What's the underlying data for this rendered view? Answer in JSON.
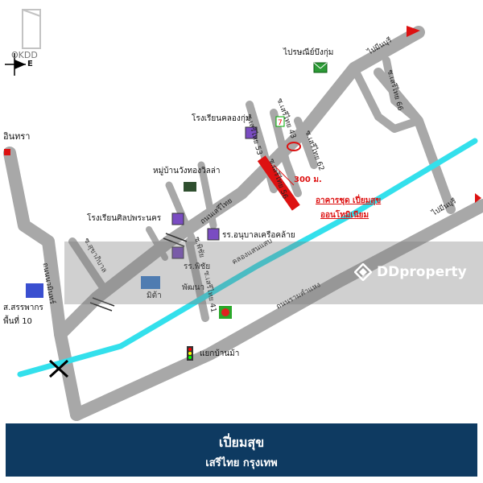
{
  "brand": {
    "okdd_logo": "OKDD"
  },
  "compass": {
    "east": "E"
  },
  "places": {
    "post_office": "ไปรษณีย์บึงกุ่ม",
    "school_klong_kum": "โรงเรียนคลองกุ่ม",
    "village_wang_thong": "หมู่บ้านวังทองวิลล่า",
    "school_sinlapa": "โรงเรียนศิลปพระนคร",
    "kindergarten": "รร.อนุบาลเครือคล้าย",
    "school_phichai": "รร.พิชัย",
    "phatthana": "พัฒนา",
    "mita": "มิต้า",
    "revenue_office": "ส.สรรพากร",
    "revenue_area": "พื้นที่ 10",
    "intra": "อินทรา",
    "yaek_ban_ma": "แยกบ้านม้า"
  },
  "roads": {
    "to_minburi_top": "ไปมีนบุรี",
    "to_minburi_right": "ไปมีนบุรี",
    "seri_thai": "ถนนเสรีไทย",
    "ramkhamhaeng": "ถนนรามคำแหง",
    "navamin": "ถนนนวมินทร์",
    "khlong_saen_saep": "คลองแสนแสบ",
    "soi_seri_thai_53": "ซ.เสรีไทย 53",
    "soi_seri_thai_56": "ซ.เสรีไทย 56",
    "soi_seri_thai_62": "ซ.เสรีไทย 62",
    "soi_seri_thai_41": "ซ.เสรีไทย 41",
    "soi_seri_thai_top": "ซ.เสรีไทย 43",
    "soi_phichai": "ซ.พิชัย",
    "soi_sukhaphiban": "ซ.สุขาภิบาล",
    "soi_upper_right": "ซ.เสรีไทย 66"
  },
  "property": {
    "distance": "300 ม.",
    "line1": "อาคารชุด เปี่ยมสุข",
    "line2": "ออนโทมิเนียม"
  },
  "watermark": {
    "label": "DDproperty"
  },
  "footer": {
    "title": "เปี่ยมสุข",
    "subtitle": "เสรีไทย กรุงเทพ"
  },
  "colors": {
    "road": "#a8a8a8",
    "canal": "#33e0ec",
    "footer_bg": "#0e3a61",
    "property_red": "#dd1111"
  }
}
